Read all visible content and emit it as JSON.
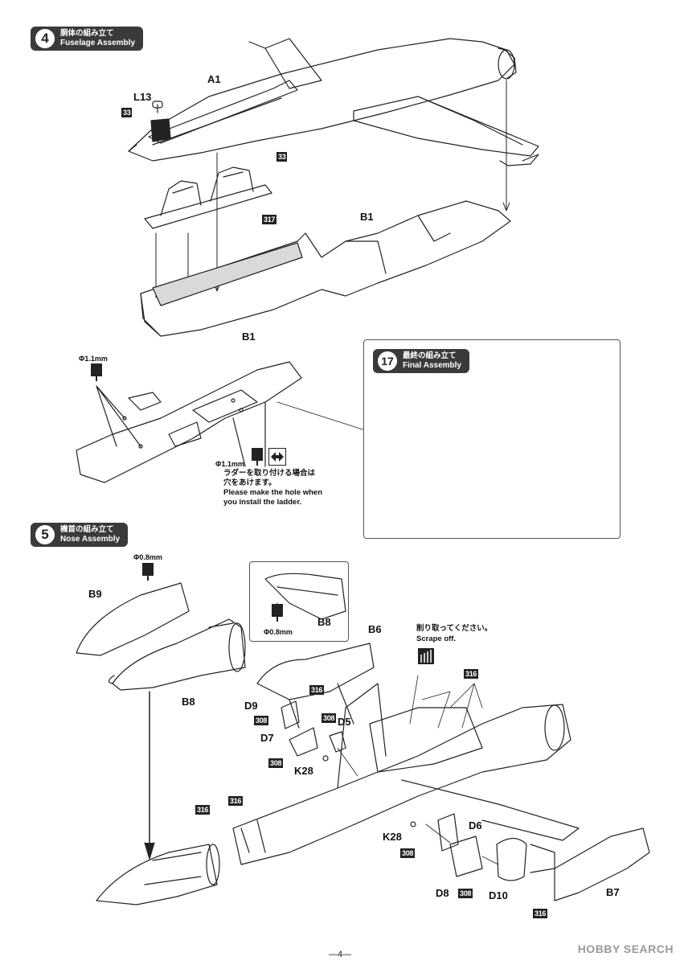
{
  "steps": {
    "s4": {
      "number": "4",
      "title_jp": "胴体の組み立て",
      "title_en": "Fuselage Assembly"
    },
    "s17": {
      "number": "17",
      "title_jp": "最終の組み立て",
      "title_en": "Final Assembly"
    },
    "s5": {
      "number": "5",
      "title_jp": "機首の組み立て",
      "title_en": "Nose Assembly"
    }
  },
  "parts": {
    "a1": "A1",
    "l13": "L13",
    "b1_top": "B1",
    "b1_detail": "B1",
    "b9": "B9",
    "b8": "B8",
    "b8_inset": "B8",
    "b6": "B6",
    "d9": "D9",
    "d7": "D7",
    "d5": "D5",
    "k28_upper": "K28",
    "d6": "D6",
    "k28_lower": "K28",
    "d8": "D8",
    "d10": "D10",
    "b7": "B7"
  },
  "paint_badges": {
    "b33a": "33",
    "b33b": "33",
    "b317": "317",
    "b316a": "316",
    "b308a": "308",
    "b308b": "308",
    "b308c": "308",
    "b316b": "316",
    "b316c": "316",
    "b316d": "316",
    "b308d": "308",
    "b308e": "308",
    "b316e": "316"
  },
  "drill": {
    "d11a": "Φ1.1mm",
    "d11b": "Φ1.1mm",
    "d08a": "Φ0.8mm",
    "d08b": "Φ0.8mm"
  },
  "notes": {
    "ladder_jp_1": "ラダーを取り付ける場合は",
    "ladder_jp_2": "穴をあけます。",
    "ladder_en_1": "Please make the hole when",
    "ladder_en_2": "you install the ladder.",
    "scrape_jp": "削り取ってください。",
    "scrape_en": "Scrape off."
  },
  "footer": {
    "page_number": "—4—",
    "watermark": "HOBBY SEARCH"
  }
}
